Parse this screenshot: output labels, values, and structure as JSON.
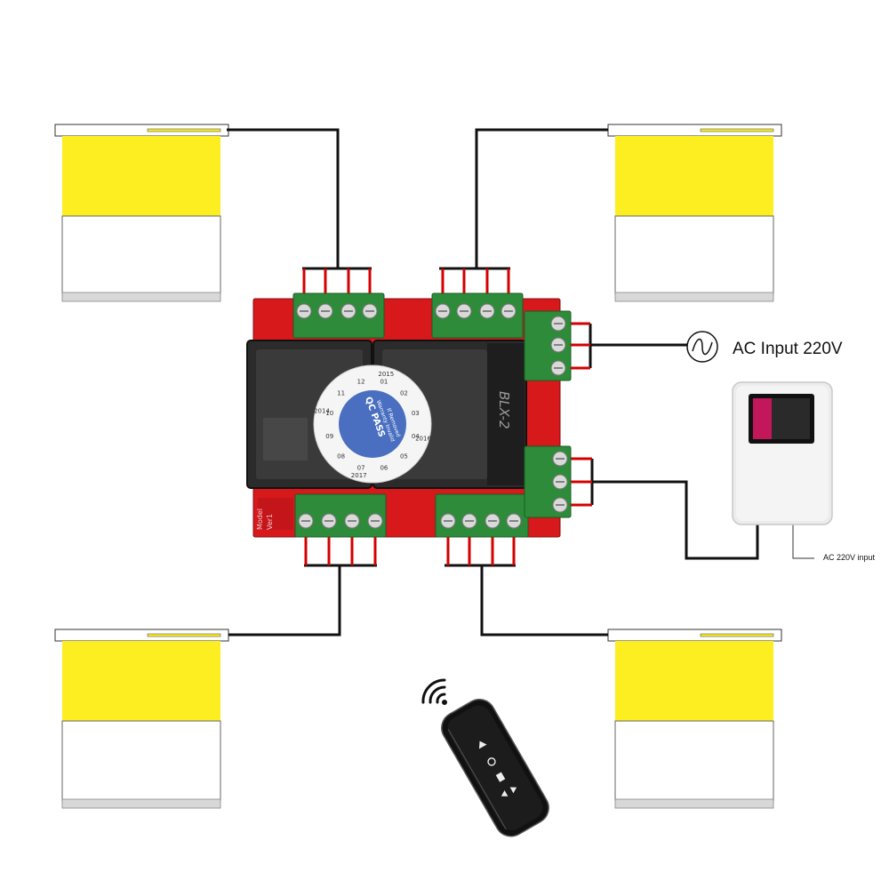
{
  "labels": {
    "ac_input": "AC Input 220V",
    "ac_input_small": "AC 220V input",
    "relay_marking": "BLX-2",
    "pcb_model_text": "Model",
    "pcb_version_text": "Ver1"
  },
  "qc_sticker": {
    "title": "QC PASS",
    "line1": "Warranty Invalid",
    "line2": "If Removed",
    "years": [
      "2014",
      "2015",
      "2016",
      "2017"
    ],
    "months": [
      "01",
      "02",
      "03",
      "04",
      "05",
      "06",
      "07",
      "08",
      "09",
      "10",
      "11",
      "12"
    ]
  },
  "colors": {
    "blind_fabric": "#fcee21",
    "blind_lower": "#ffffff",
    "pcb": "#d7191c",
    "terminal": "#2e8b3a",
    "relay": "#2b2b2b",
    "wire": "#111111",
    "wire_red": "#d40000"
  },
  "components": {
    "blinds": [
      "blind-top-left",
      "blind-top-right",
      "blind-bottom-left",
      "blind-bottom-right"
    ],
    "controller": "relay-controller-board",
    "switch_panel": "wall-touch-panel",
    "remote": "handheld-remote"
  },
  "icons": [
    "ac-source-icon",
    "wifi-signal-icon",
    "arrow-up-icon",
    "power-icon",
    "hand-icon",
    "arrow-left-right-icon"
  ]
}
